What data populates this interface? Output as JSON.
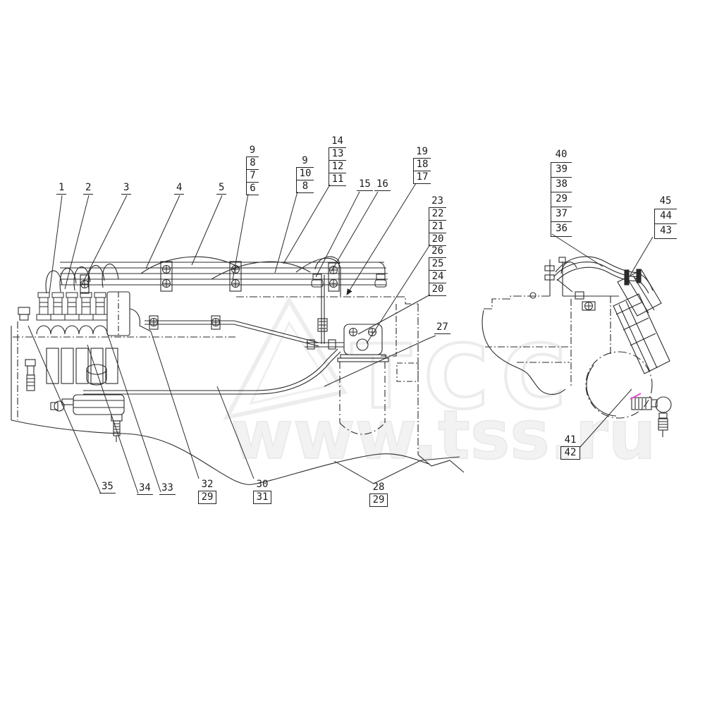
{
  "watermark": {
    "logo": "ТСС",
    "url": "www.tss.ru"
  },
  "diagram": {
    "callouts": {
      "c1": "1",
      "c2": "2",
      "c3": "3",
      "c4": "4",
      "c5": "5",
      "c15": "15",
      "c16": "16",
      "c27": "27",
      "c33": "33",
      "c34": "34",
      "c35": "35",
      "s_9876": [
        "9",
        "8",
        "7",
        "6"
      ],
      "s_9108": [
        "9",
        "10",
        "8"
      ],
      "s_14131211": [
        "14",
        "13",
        "12",
        "11"
      ],
      "s_191817": [
        "19",
        "18",
        "17"
      ],
      "s_23222120": [
        "23",
        "22",
        "21",
        "20"
      ],
      "s_26252420": [
        "26",
        "25",
        "24",
        "20"
      ],
      "s_3229": [
        "32",
        "29"
      ],
      "s_3031": [
        "30",
        "31"
      ],
      "s_2829": [
        "28",
        "29"
      ],
      "s_4142": [
        "41",
        "42"
      ],
      "s_403938293736": [
        "40",
        "39",
        "38",
        "29",
        "37",
        "36"
      ],
      "s_454443": [
        "45",
        "44",
        "43"
      ]
    }
  }
}
